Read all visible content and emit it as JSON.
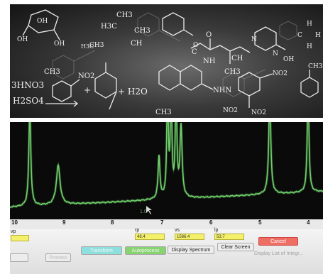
{
  "banner": {
    "formulas": [
      "CH3",
      "CH3",
      "OH",
      "OH",
      "OH",
      "H3C",
      "H3C",
      "CH",
      "CH3",
      "C",
      "O",
      "O",
      "NH",
      "CH",
      "CH3",
      "N",
      "N",
      "OH",
      "H",
      "H",
      "C",
      "H",
      "CH3",
      "NO2",
      "3HNO3",
      "H2SO4",
      "+",
      "+ H2O",
      "NHN",
      "NO2",
      "NO2",
      "NO2",
      "CH3",
      "CH3"
    ]
  },
  "spectrum": {
    "axis_ticks": [
      "10",
      "9",
      "8",
      "7",
      "6",
      "5",
      "4"
    ],
    "trace_color": "#6fd16a",
    "background": "#0a0a0a",
    "cursor_label": "1.0",
    "params": [
      {
        "label": "vp",
        "value": ""
      },
      {
        "label": "rp",
        "value": "48.4"
      },
      {
        "label": "vs",
        "value": "1586.4"
      },
      {
        "label": "lp",
        "value": "53.7"
      }
    ],
    "buttons": {
      "left_partial": "",
      "second": "Process",
      "transform": "Transform",
      "autoprocess": "Autoprocess",
      "display_spectrum": "Display Spectrum",
      "clear_screen": "Clear Screen",
      "cancel": "Cancel"
    },
    "integrals_label": "Display List of Integr..."
  }
}
